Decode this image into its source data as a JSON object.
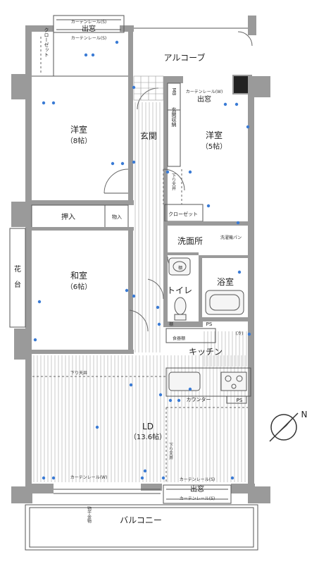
{
  "rooms": {
    "alcove": "アルコーブ",
    "western_8_name": "洋室",
    "western_8_size": "（8帖）",
    "western_5_name": "洋室",
    "western_5_size": "（5帖）",
    "japanese_name": "和室",
    "japanese_size": "（6帖）",
    "ld_name": "LD",
    "ld_size": "（13.6帖）",
    "entrance": "玄関",
    "entrance_storage": "玄関収納",
    "washroom": "洗面所",
    "bathroom": "浴室",
    "toilet": "トイレ",
    "kitchen": "キッチン",
    "balcony": "バルコニー",
    "flower_stand": "花台"
  },
  "labels": {
    "closet_left": "クローゼット",
    "closet_right": "クローゼット",
    "oshiire": "押入",
    "monoire": "物入",
    "mb": "MB",
    "counter": "カウンター",
    "ps_1": "PS",
    "ps_2": "PS",
    "washing_machine": "洗濯機パン",
    "tana_washroom": "棚",
    "tana_toilet": "棚",
    "shokkidana": "食器棚",
    "cold": "(冷)",
    "lowered_ceiling_1": "下り天井",
    "lowered_ceiling_2": "下り天井",
    "lowered_ceiling_3": "下り天井",
    "monohoshi": "物干金物"
  },
  "windows": {
    "top_rail_1": "カーテンレール(S)",
    "top_demado": "出窓",
    "top_rail_2": "カーテンレール(S)",
    "mid_rail": "カーテンレール(W)",
    "mid_demado": "出窓",
    "bottom_rail_w": "カーテンレール(W)",
    "bottom_rail_s1": "カーテンレール(S)",
    "bottom_demado": "出窓",
    "bottom_rail_s2": "カーテンレール(S)"
  },
  "compass": {
    "north": "N"
  },
  "colors": {
    "wall": "#9a9a9a",
    "outlet_dot": "#3a7bd5"
  }
}
